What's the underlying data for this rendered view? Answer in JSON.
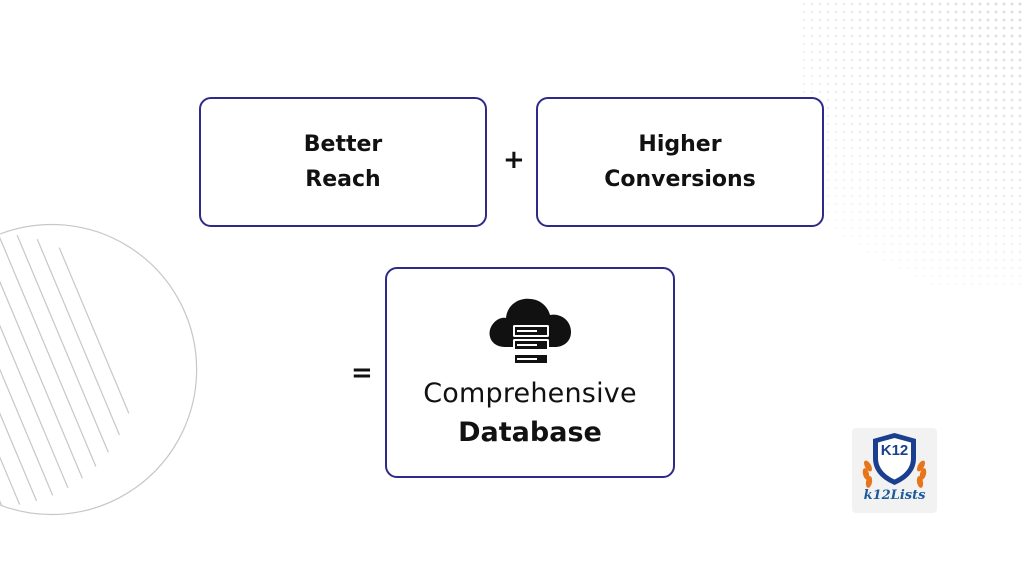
{
  "boxes": {
    "reach": {
      "line1": "Better",
      "line2": "Reach"
    },
    "conversions": {
      "line1": "Higher",
      "line2": "Conversions"
    },
    "database": {
      "line1": "Comprehensive",
      "line2": "Database",
      "icon": "cloud-server-icon"
    }
  },
  "operators": {
    "plus": "+",
    "equals": "="
  },
  "logo": {
    "badge_text": "K12",
    "wordmark": "k12Lists"
  },
  "colors": {
    "box_border": "#2f2a87",
    "text": "#111111",
    "logo_shield": "#1b3f8f",
    "logo_laurel": "#e8751a",
    "logo_wordmark": "#1d5b9c"
  }
}
